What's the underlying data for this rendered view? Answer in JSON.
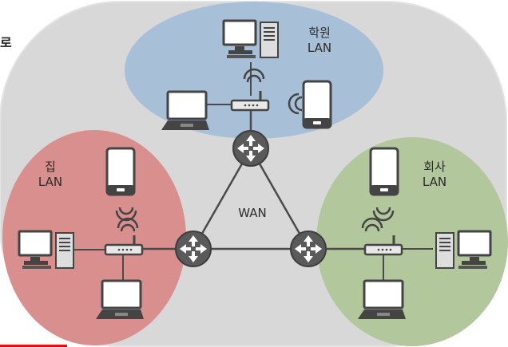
{
  "labels": {
    "school_name": "학원",
    "school_lan": "LAN",
    "home_name": "집",
    "home_lan": "LAN",
    "company_name": "회사",
    "company_lan": "LAN",
    "wan": "WAN",
    "left_edge_glyph": "로"
  },
  "colors": {
    "background": "#ffffff",
    "wan_cloud": "#d8d8d8",
    "school_lan": "#a7c0d8",
    "home_lan": "#d88f8d",
    "company_lan": "#b3c79c",
    "router": "#5a5a5a",
    "link": "#4a4a4a",
    "progress": "#dd1111"
  },
  "icons": [
    "desktop-computer-icon",
    "laptop-icon",
    "smartphone-icon",
    "wireless-router-icon",
    "router-icon",
    "wifi-signal-icon"
  ]
}
